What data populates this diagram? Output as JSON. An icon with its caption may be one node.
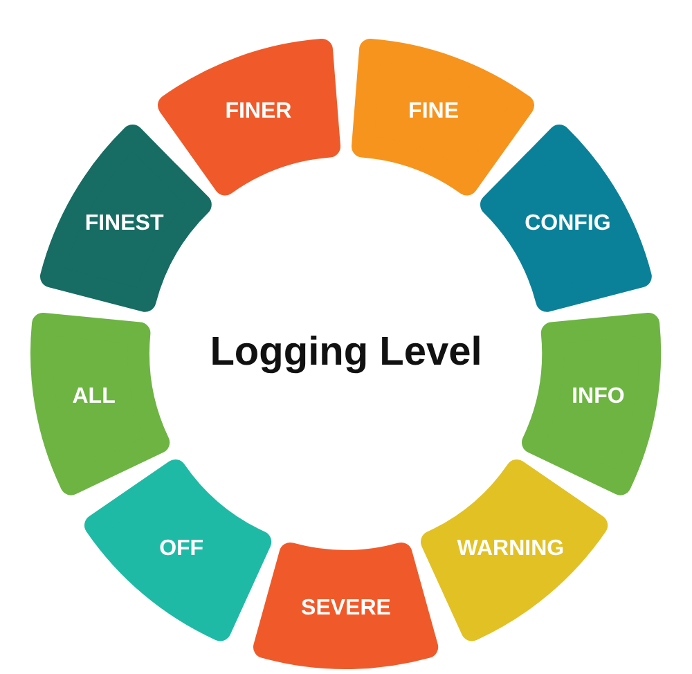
{
  "diagram": {
    "nodes": [
      {
        "text": [
          "Logging Level"
        ]
      },
      {
        "text": [
          "FINER"
        ]
      },
      {
        "text": [
          "FINE"
        ]
      },
      {
        "text": [
          "CONFIG"
        ]
      },
      {
        "text": [
          "INFO"
        ]
      },
      {
        "text": [
          "WARNING"
        ]
      },
      {
        "text": [
          "SEVERE"
        ]
      },
      {
        "text": [
          "OFF"
        ]
      },
      {
        "text": [
          "ALL"
        ]
      },
      {
        "text": [
          "FINEST"
        ]
      }
    ]
  }
}
